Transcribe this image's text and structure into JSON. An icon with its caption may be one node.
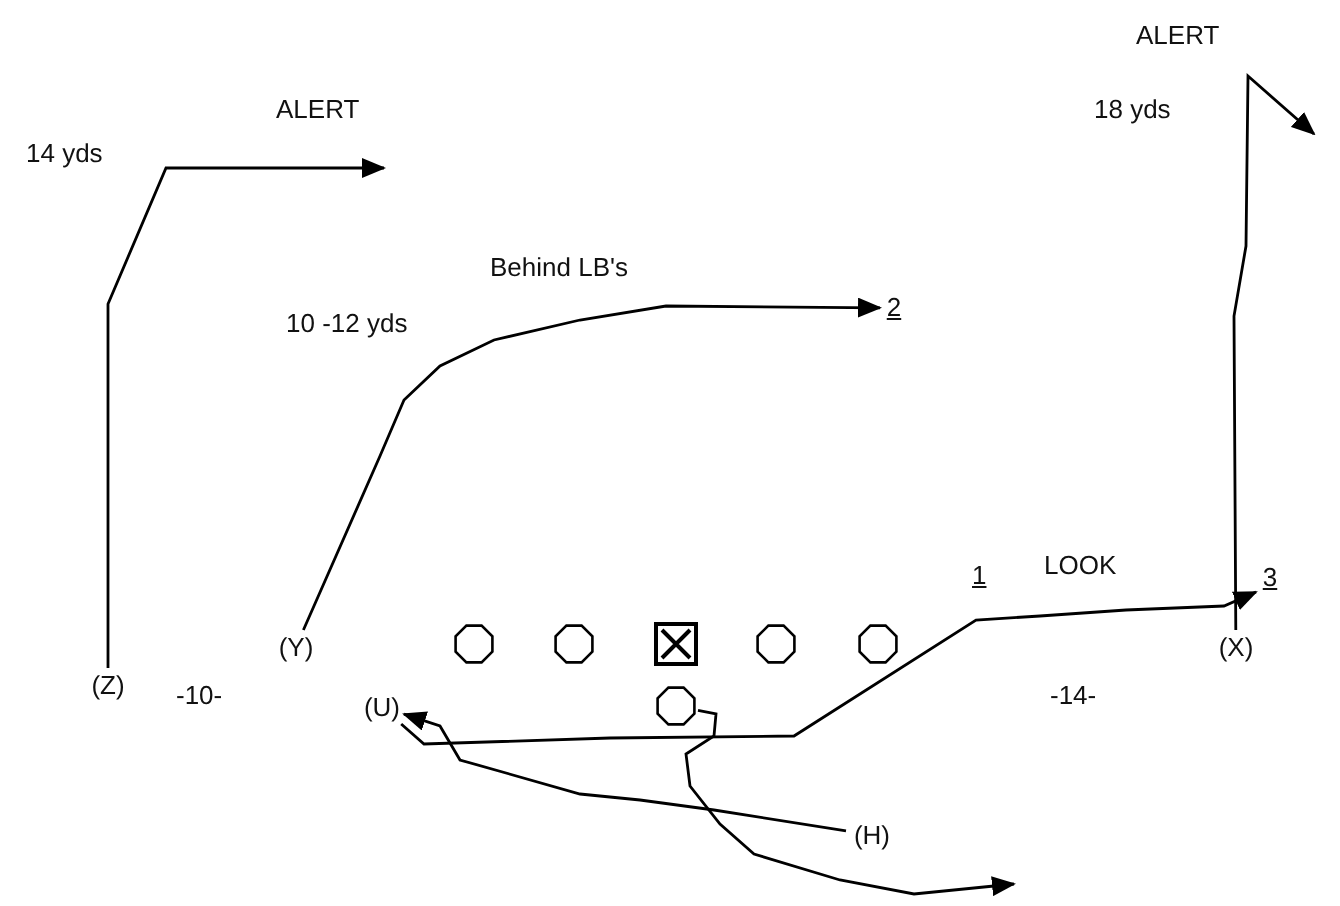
{
  "diagram": {
    "nodes": [
      {
        "text": [
          "2"
        ]
      },
      {
        "text": [
          "3"
        ]
      },
      {
        "text": [
          "(Y)"
        ]
      },
      {
        "text": [],
        "shape": "circle"
      },
      {
        "text": [],
        "shape": "circle"
      },
      {
        "text": [],
        "shape": "box"
      },
      {
        "text": [],
        "shape": "circle"
      },
      {
        "text": [],
        "shape": "circle"
      },
      {
        "text": [
          "(X)"
        ]
      },
      {
        "text": [
          "(Z)"
        ]
      },
      {
        "text": [
          "(U)"
        ]
      },
      {
        "text": [],
        "shape": "circle"
      },
      {
        "text": [
          "(H)"
        ]
      }
    ],
    "edges": [
      {
        "from": 9,
        "to": null,
        "arrow": "to"
      },
      {
        "from": 2,
        "to": 0,
        "arrow": "to"
      },
      {
        "from": 10,
        "to": 1,
        "arrow": "to"
      },
      {
        "from": 8,
        "to": null,
        "arrow": "to"
      },
      {
        "from": 12,
        "to": 10,
        "arrow": "to"
      },
      {
        "from": 11,
        "to": null,
        "arrow": "to"
      }
    ],
    "labels": [
      "ALERT",
      "ALERT",
      "18 yds",
      "14 yds",
      "Behind LB's",
      "10 -12 yds",
      "LOOK",
      "1",
      "-10-",
      "-14-"
    ]
  }
}
